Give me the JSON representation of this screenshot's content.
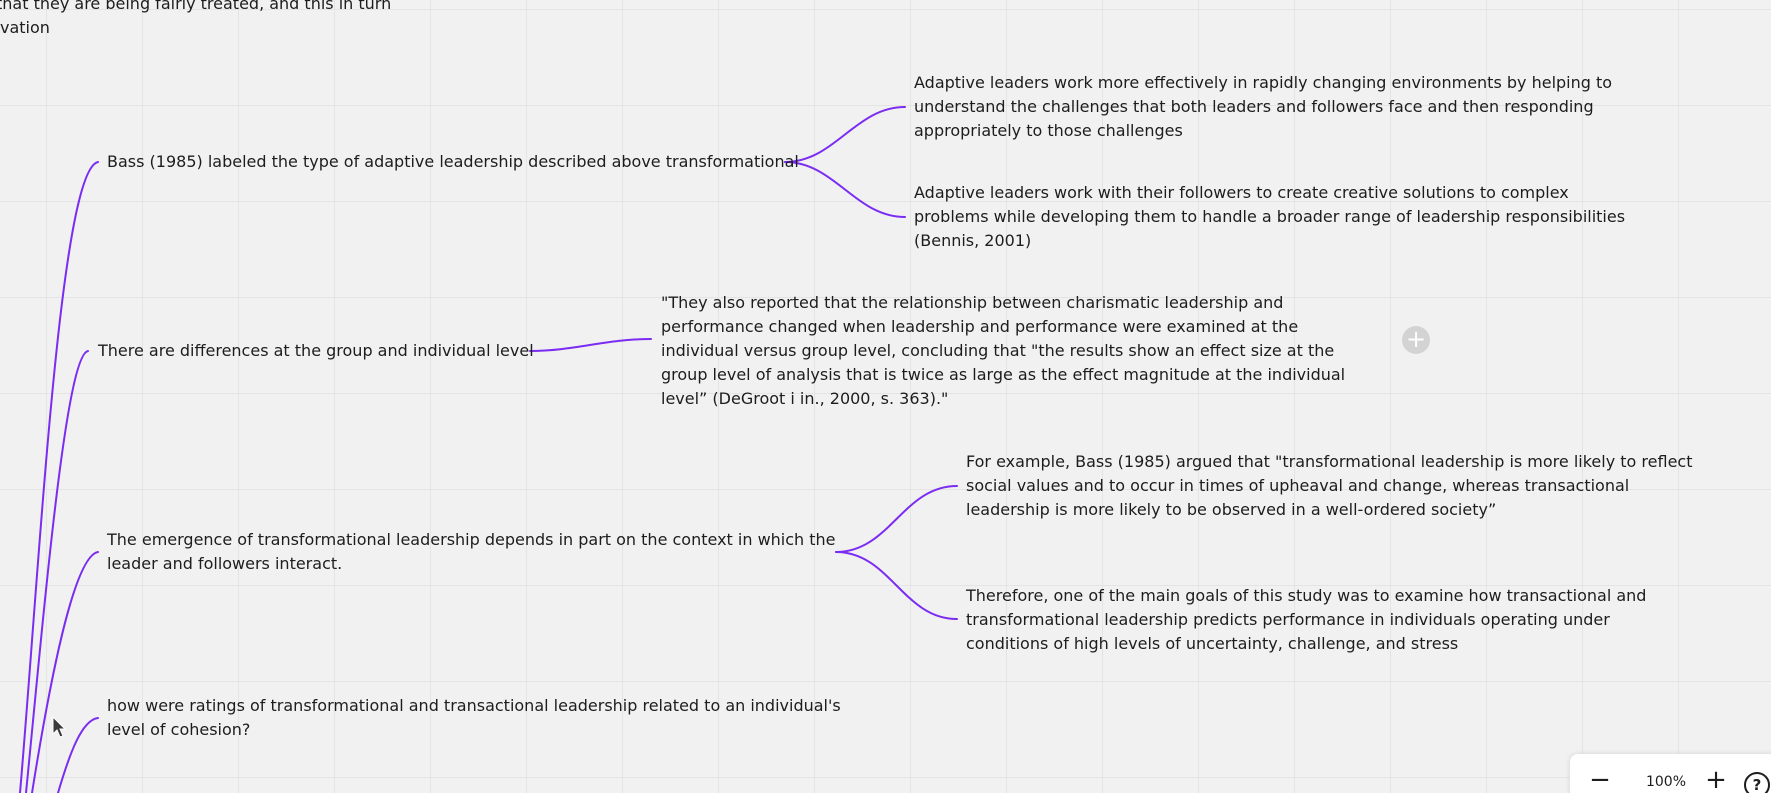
{
  "board": {
    "partial_node": {
      "line1": "that they are being fairly treated, and this in turn",
      "line2": "vation"
    },
    "nodes": {
      "bass_label": "Bass (1985) labeled the type of adaptive leadership described above transformational",
      "adaptive_env": "Adaptive leaders work more effectively in rapidly changing environments by helping to understand the challenges that both leaders and followers face and then responding appropriately to those challenges",
      "adaptive_followers": "Adaptive leaders work with their followers to create creative solutions to complex problems while developing them to handle a broader range of leadership responsibilities (Bennis, 2001)",
      "group_individual": "There are differences at the group and individual level",
      "degroot_quote": "\"They also reported that the relationship between charismatic leadership and performance changed when leadership and performance were examined at the individual versus group level, concluding that \"the results show an effect size at the group level of analysis that is twice as large as the effect magnitude at the individual level” (DeGroot i in., 2000, s. 363).\"",
      "emergence_context": "The emergence of transformational leadership depends in part on the context in which the leader and followers interact.",
      "bass_argued": "For example, Bass (1985) argued that \"transformational leadership is more likely to reflect social values and to occur in times of upheaval and change, whereas transactional leadership is more likely to be observed in a well-ordered society”",
      "study_goal": "Therefore, one of the main goals of this study was to examine how transactional and transformational leadership predicts performance in individuals operating under conditions of high levels of uncertainty, challenge, and stress",
      "cohesion_question": "how were ratings of transformational and transactional leadership related to an individual's level of cohesion?"
    },
    "add_node_icon": "plus-circle-icon",
    "connector_color": "#7b2cf2",
    "grid_color": "#e4e4e4",
    "background_color": "#f1f1f1"
  },
  "zoom": {
    "minus_label": "−",
    "level": "100%",
    "plus_label": "+",
    "help_label": "?"
  }
}
